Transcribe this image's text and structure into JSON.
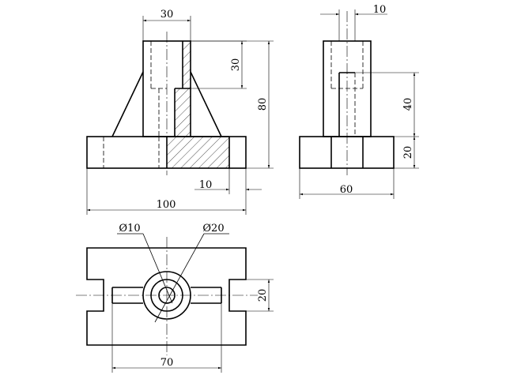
{
  "dimensions": {
    "front_top_width": "30",
    "front_top_height": "30",
    "front_total_height": "80",
    "front_base_offset": "10",
    "front_total_width": "100",
    "side_top_width": "10",
    "side_upper_height": "40",
    "side_base_height": "20",
    "side_total_width": "60",
    "top_inner_diameter": "Ø10",
    "top_outer_diameter": "Ø20",
    "top_slot_width": "20",
    "top_slot_length": "70"
  }
}
